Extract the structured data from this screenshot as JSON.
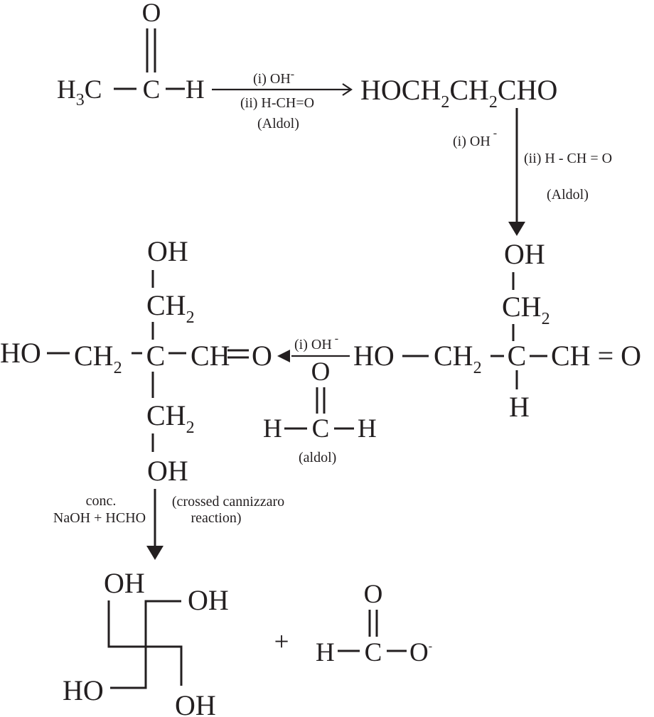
{
  "step1": {
    "reactant": {
      "h": "H",
      "three": "3",
      "c": "C",
      "c2": "C",
      "o": "O",
      "h2": "H"
    },
    "cond1": "(i)  OH",
    "cond1_sup": "-",
    "cond2": "(ii) H-CH=O",
    "cond3": "(Aldol)",
    "product_parts": [
      "HOCH",
      "2",
      "CH",
      "2",
      "CHO"
    ]
  },
  "step2": {
    "cond1": "(i)  OH",
    "cond1_sup": "-",
    "cond2": "(ii) H - CH = O",
    "cond3": "(Aldol)"
  },
  "intermediate": {
    "oh_top": "OH",
    "ch2_top": "CH",
    "sub2": "2",
    "ho_left": "HO",
    "ch2_left": "CH",
    "c_center": "C",
    "ch_right": "CH = O",
    "h_bottom": "H"
  },
  "step3": {
    "cond1": "(i)  OH",
    "cond1_sup": "-",
    "o": "O",
    "h": "H",
    "c": "C",
    "h2": "H",
    "label": "(aldol)"
  },
  "trihydroxy": {
    "oh_top": "OH",
    "ch2": "CH",
    "sub2": "2",
    "ho_left": "HO",
    "c_center": "C",
    "ch_right": "CH",
    "eq_o": "O",
    "oh_bottom": "OH"
  },
  "step4": {
    "left1": "conc.",
    "left2": "NaOH + HCHO",
    "right1": "(crossed cannizzaro",
    "right2": "reaction)"
  },
  "products": {
    "pentaerythritol": {
      "oh1": "OH",
      "oh2": "OH",
      "ho": "HO",
      "oh3": "OH"
    },
    "plus": "+",
    "formate": {
      "o_top": "O",
      "h": "H",
      "c": "C",
      "o": "O",
      "sup": "-"
    }
  }
}
